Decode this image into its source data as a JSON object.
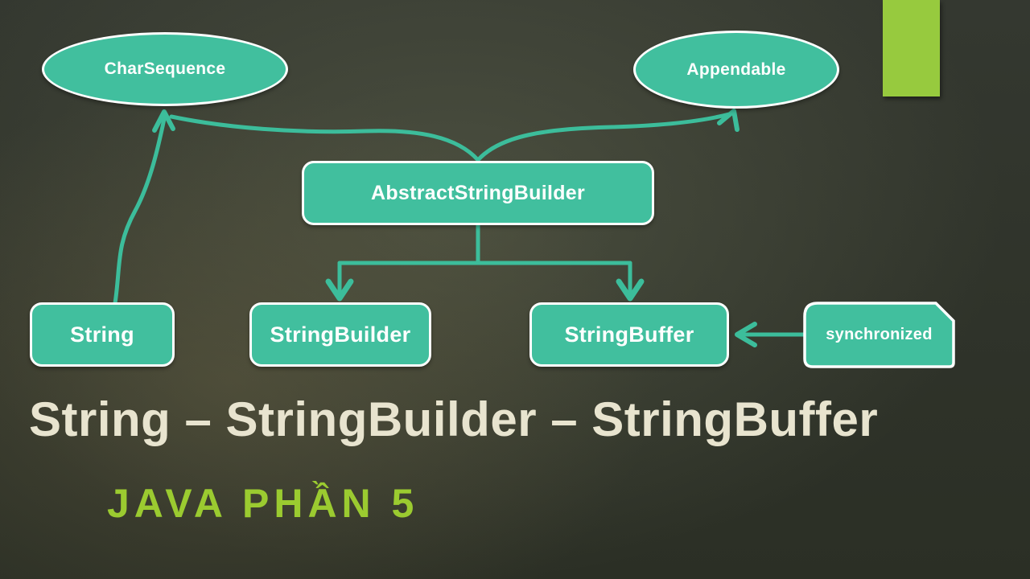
{
  "slide": {
    "title": "String – StringBuilder – StringBuffer",
    "subtitle": "JAVA PHẦN 5"
  },
  "diagram": {
    "nodes": {
      "charsequence": {
        "label": "CharSequence",
        "shape": "ellipse"
      },
      "appendable": {
        "label": "Appendable",
        "shape": "ellipse"
      },
      "abstractstringbuilder": {
        "label": "AbstractStringBuilder",
        "shape": "rounded-rect"
      },
      "string": {
        "label": "String",
        "shape": "rounded-rect"
      },
      "stringbuilder": {
        "label": "StringBuilder",
        "shape": "rounded-rect"
      },
      "stringbuffer": {
        "label": "StringBuffer",
        "shape": "rounded-rect"
      },
      "synchronized": {
        "label": "synchronized",
        "shape": "snip-corner-rect"
      }
    },
    "edges": [
      {
        "from": "String",
        "to": "CharSequence",
        "type": "arrow"
      },
      {
        "from": "AbstractStringBuilder",
        "to": "CharSequence",
        "type": "arrow"
      },
      {
        "from": "AbstractStringBuilder",
        "to": "Appendable",
        "type": "arrow"
      },
      {
        "from": "AbstractStringBuilder",
        "to": "StringBuilder",
        "type": "arrow"
      },
      {
        "from": "AbstractStringBuilder",
        "to": "StringBuffer",
        "type": "arrow"
      },
      {
        "from": "synchronized",
        "to": "StringBuffer",
        "type": "arrow"
      }
    ]
  },
  "colors": {
    "node_fill": "#41bf9e",
    "node_border": "#ffffff",
    "connector": "#3cbd9b",
    "accent_bar": "#97ca3e",
    "title_text": "#e8e4cf",
    "subtitle_text": "#9bcb30",
    "background_dark": "#2b2f25"
  }
}
